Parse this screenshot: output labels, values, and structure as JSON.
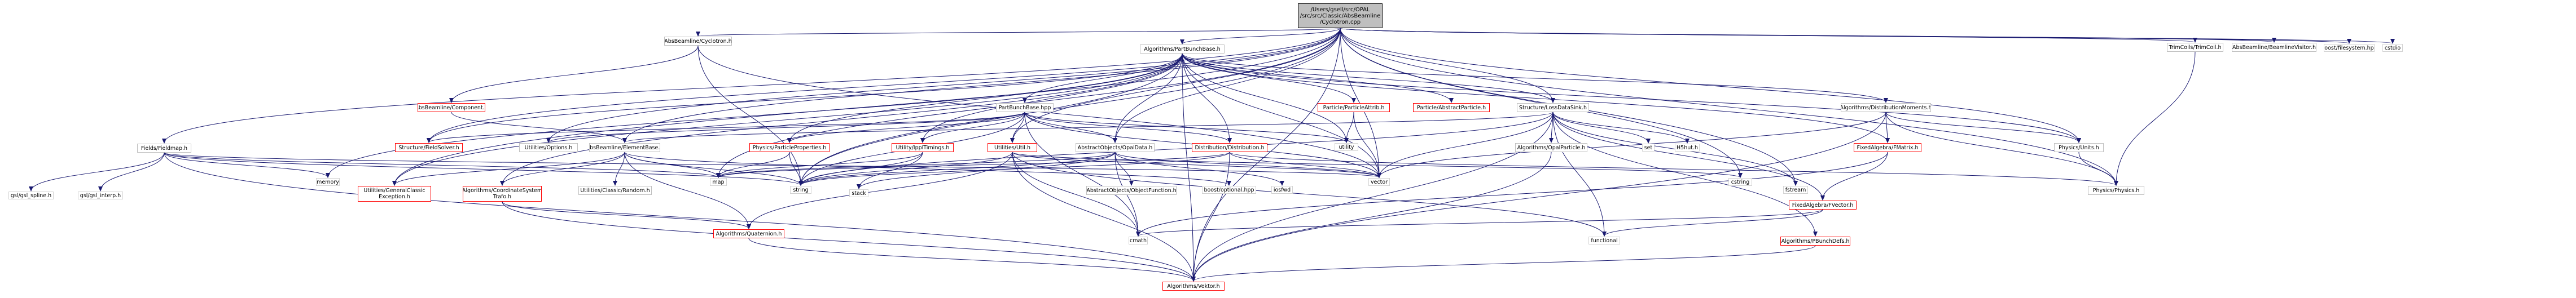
{
  "graph": {
    "edge_color": "#191970",
    "nodes": [
      {
        "id": "root",
        "label": "/Users/gsell/src/OPAL\n/src/src/Classic/AbsBeamline\n/Cyclotron.cpp",
        "style": "root"
      },
      {
        "id": "cyclotron_h",
        "label": "AbsBeamline/Cyclotron.h",
        "style": "plain"
      },
      {
        "id": "partbunchbase_h",
        "label": "Algorithms/PartBunchBase.h",
        "style": "plain"
      },
      {
        "id": "trimcoil_h",
        "label": "TrimCoils/TrimCoil.h",
        "style": "plain"
      },
      {
        "id": "beamlinevisitor_h",
        "label": "AbsBeamline/BeamlineVisitor.h",
        "style": "plain"
      },
      {
        "id": "boost_filesystem",
        "label": "boost/filesystem.hpp",
        "style": "text"
      },
      {
        "id": "cstdio",
        "label": "cstdio",
        "style": "text"
      },
      {
        "id": "fieldmap_h",
        "label": "Fields/Fieldmap.h",
        "style": "plain"
      },
      {
        "id": "component_h",
        "label": "AbsBeamline/Component.h",
        "style": "link"
      },
      {
        "id": "partbunchbase_hpp",
        "label": "PartBunchBase.hpp",
        "style": "plain"
      },
      {
        "id": "particleattrib_h",
        "label": "Particle/ParticleAttrib.h",
        "style": "link"
      },
      {
        "id": "abstractparticle_h",
        "label": "Particle/AbstractParticle.h",
        "style": "link"
      },
      {
        "id": "lossdatasink_h",
        "label": "Structure/LossDataSink.h",
        "style": "plain"
      },
      {
        "id": "distmoments_h",
        "label": "Algorithms/DistributionMoments.h",
        "style": "plain"
      },
      {
        "id": "fieldsolver_h",
        "label": "Structure/FieldSolver.h",
        "style": "link"
      },
      {
        "id": "options_h",
        "label": "Utilities/Options.h",
        "style": "plain"
      },
      {
        "id": "elementbase_h",
        "label": "AbsBeamline/ElementBase.h",
        "style": "plain"
      },
      {
        "id": "particleprops_h",
        "label": "Physics/ParticleProperties.h",
        "style": "link"
      },
      {
        "id": "ippltimings_h",
        "label": "Utility/IpplTimings.h",
        "style": "link"
      },
      {
        "id": "util_h",
        "label": "Utilities/Util.h",
        "style": "link"
      },
      {
        "id": "opaldata_h",
        "label": "AbstractObjects/OpalData.h",
        "style": "plain"
      },
      {
        "id": "distribution_h",
        "label": "Distribution/Distribution.h",
        "style": "link"
      },
      {
        "id": "utility",
        "label": "utility",
        "style": "text"
      },
      {
        "id": "opalparticle_h",
        "label": "Algorithms/OpalParticle.h",
        "style": "plain"
      },
      {
        "id": "set",
        "label": "set",
        "style": "text"
      },
      {
        "id": "h5hut_h",
        "label": "H5hut.h",
        "style": "text"
      },
      {
        "id": "fmatrix_h",
        "label": "FixedAlgebra/FMatrix.h",
        "style": "link"
      },
      {
        "id": "units_h",
        "label": "Physics/Units.h",
        "style": "plain"
      },
      {
        "id": "gsl_spline",
        "label": "gsl/gsl_spline.h",
        "style": "text"
      },
      {
        "id": "gsl_interp",
        "label": "gsl/gsl_interp.h",
        "style": "text"
      },
      {
        "id": "memory",
        "label": "memory",
        "style": "text"
      },
      {
        "id": "genclassicexc_h",
        "label": "Utilities/GeneralClassic\nException.h",
        "style": "link"
      },
      {
        "id": "coordsystrafo_h",
        "label": "Algorithms/CoordinateSystem\nTrafo.h",
        "style": "link"
      },
      {
        "id": "random_h",
        "label": "Utilities/Classic/Random.h",
        "style": "plain"
      },
      {
        "id": "map",
        "label": "map",
        "style": "text"
      },
      {
        "id": "string",
        "label": "string",
        "style": "text"
      },
      {
        "id": "stack",
        "label": "stack",
        "style": "text"
      },
      {
        "id": "boost_optional",
        "label": "boost/optional.hpp",
        "style": "text"
      },
      {
        "id": "iosfwd",
        "label": "iosfwd",
        "style": "text"
      },
      {
        "id": "vector",
        "label": "vector",
        "style": "text"
      },
      {
        "id": "cstring",
        "label": "cstring",
        "style": "text"
      },
      {
        "id": "fstream",
        "label": "fstream",
        "style": "text"
      },
      {
        "id": "ffvector_h",
        "label": "FixedAlgebra/FVector.h",
        "style": "link"
      },
      {
        "id": "physics_h",
        "label": "Physics/Physics.h",
        "style": "plain"
      },
      {
        "id": "objectfunction_h",
        "label": "AbstractObjects/ObjectFunction.h",
        "style": "plain"
      },
      {
        "id": "cmath",
        "label": "cmath",
        "style": "text"
      },
      {
        "id": "functional",
        "label": "functional",
        "style": "text"
      },
      {
        "id": "quaternion_h",
        "label": "Algorithms/Quaternion.h",
        "style": "link"
      },
      {
        "id": "pbunchdefs_h",
        "label": "Algorithms/PBunchDefs.h",
        "style": "link"
      },
      {
        "id": "vektor_h",
        "label": "Algorithms/Vektor.h",
        "style": "link"
      }
    ],
    "edges": [
      [
        "root",
        "cyclotron_h"
      ],
      [
        "root",
        "partbunchbase_h"
      ],
      [
        "root",
        "trimcoil_h"
      ],
      [
        "root",
        "beamlinevisitor_h"
      ],
      [
        "root",
        "boost_filesystem"
      ],
      [
        "root",
        "cstdio"
      ],
      [
        "root",
        "fieldmap_h"
      ],
      [
        "root",
        "lossdatasink_h"
      ],
      [
        "root",
        "opaldata_h"
      ],
      [
        "root",
        "units_h"
      ],
      [
        "root",
        "util_h"
      ],
      [
        "root",
        "options_h"
      ],
      [
        "root",
        "physics_h"
      ],
      [
        "root",
        "fieldsolver_h"
      ],
      [
        "root",
        "genclassicexc_h"
      ],
      [
        "root",
        "elementbase_h"
      ],
      [
        "root",
        "vektor_h"
      ],
      [
        "root",
        "cstring"
      ],
      [
        "root",
        "fstream"
      ],
      [
        "root",
        "map"
      ],
      [
        "root",
        "string"
      ],
      [
        "root",
        "vector"
      ],
      [
        "cyclotron_h",
        "component_h"
      ],
      [
        "cyclotron_h",
        "string"
      ],
      [
        "cyclotron_h",
        "vector"
      ],
      [
        "partbunchbase_h",
        "partbunchbase_hpp"
      ],
      [
        "partbunchbase_h",
        "particleattrib_h"
      ],
      [
        "partbunchbase_h",
        "abstractparticle_h"
      ],
      [
        "partbunchbase_h",
        "lossdatasink_h"
      ],
      [
        "partbunchbase_h",
        "distmoments_h"
      ],
      [
        "partbunchbase_h",
        "fieldsolver_h"
      ],
      [
        "partbunchbase_h",
        "particleprops_h"
      ],
      [
        "partbunchbase_h",
        "ippltimings_h"
      ],
      [
        "partbunchbase_h",
        "opaldata_h"
      ],
      [
        "partbunchbase_h",
        "distribution_h"
      ],
      [
        "partbunchbase_h",
        "utility"
      ],
      [
        "partbunchbase_h",
        "units_h"
      ],
      [
        "partbunchbase_h",
        "vector"
      ],
      [
        "partbunchbase_h",
        "memory"
      ],
      [
        "partbunchbase_h",
        "genclassicexc_h"
      ],
      [
        "partbunchbase_h",
        "coordsystrafo_h"
      ],
      [
        "partbunchbase_h",
        "fmatrix_h"
      ],
      [
        "partbunchbase_h",
        "vektor_h"
      ],
      [
        "partbunchbase_h",
        "string"
      ],
      [
        "trimcoil_h",
        "physics_h"
      ],
      [
        "fieldmap_h",
        "gsl_spline"
      ],
      [
        "fieldmap_h",
        "gsl_interp"
      ],
      [
        "fieldmap_h",
        "map"
      ],
      [
        "fieldmap_h",
        "memory"
      ],
      [
        "fieldmap_h",
        "string"
      ],
      [
        "fieldmap_h",
        "vector"
      ],
      [
        "fieldmap_h",
        "vektor_h"
      ],
      [
        "component_h",
        "elementbase_h"
      ],
      [
        "elementbase_h",
        "genclassicexc_h"
      ],
      [
        "elementbase_h",
        "coordsystrafo_h"
      ],
      [
        "elementbase_h",
        "random_h"
      ],
      [
        "elementbase_h",
        "map"
      ],
      [
        "elementbase_h",
        "string"
      ],
      [
        "elementbase_h",
        "boost_optional"
      ],
      [
        "elementbase_h",
        "quaternion_h"
      ],
      [
        "partbunchbase_hpp",
        "fieldsolver_h"
      ],
      [
        "partbunchbase_hpp",
        "options_h"
      ],
      [
        "partbunchbase_hpp",
        "particleprops_h"
      ],
      [
        "partbunchbase_hpp",
        "ippltimings_h"
      ],
      [
        "partbunchbase_hpp",
        "util_h"
      ],
      [
        "partbunchbase_hpp",
        "opaldata_h"
      ],
      [
        "partbunchbase_hpp",
        "distribution_h"
      ],
      [
        "partbunchbase_hpp",
        "cmath"
      ],
      [
        "partbunchbase_hpp",
        "string"
      ],
      [
        "partbunchbase_hpp",
        "utility"
      ],
      [
        "partbunchbase_hpp",
        "vector"
      ],
      [
        "particleattrib_h",
        "utility"
      ],
      [
        "particleattrib_h",
        "vector"
      ],
      [
        "lossdatasink_h",
        "opalparticle_h"
      ],
      [
        "lossdatasink_h",
        "set"
      ],
      [
        "lossdatasink_h",
        "h5hut_h"
      ],
      [
        "lossdatasink_h",
        "fstream"
      ],
      [
        "lossdatasink_h",
        "string"
      ],
      [
        "lossdatasink_h",
        "vector"
      ],
      [
        "lossdatasink_h",
        "functional"
      ],
      [
        "lossdatasink_h",
        "ffvector_h"
      ],
      [
        "lossdatasink_h",
        "vektor_h"
      ],
      [
        "lossdatasink_h",
        "pbunchdefs_h"
      ],
      [
        "lossdatasink_h",
        "elementbase_h"
      ],
      [
        "distmoments_h",
        "fmatrix_h"
      ],
      [
        "distmoments_h",
        "units_h"
      ],
      [
        "distmoments_h",
        "physics_h"
      ],
      [
        "distmoments_h",
        "vector"
      ],
      [
        "distmoments_h",
        "vektor_h"
      ],
      [
        "particleprops_h",
        "string"
      ],
      [
        "particleprops_h",
        "map"
      ],
      [
        "ippltimings_h",
        "map"
      ],
      [
        "ippltimings_h",
        "stack"
      ],
      [
        "ippltimings_h",
        "string"
      ],
      [
        "util_h",
        "string"
      ],
      [
        "util_h",
        "cmath"
      ],
      [
        "util_h",
        "functional"
      ],
      [
        "util_h",
        "vektor_h"
      ],
      [
        "util_h",
        "quaternion_h"
      ],
      [
        "util_h",
        "vector"
      ],
      [
        "util_h",
        "cstring"
      ],
      [
        "opaldata_h",
        "objectfunction_h"
      ],
      [
        "opaldata_h",
        "iosfwd"
      ],
      [
        "opaldata_h",
        "map"
      ],
      [
        "opaldata_h",
        "stack"
      ],
      [
        "opaldata_h",
        "string"
      ],
      [
        "opaldata_h",
        "vector"
      ],
      [
        "opaldata_h",
        "cmath"
      ],
      [
        "distribution_h",
        "vector"
      ],
      [
        "distribution_h",
        "string"
      ],
      [
        "distribution_h",
        "map"
      ],
      [
        "distribution_h",
        "vektor_h"
      ],
      [
        "distribution_h",
        "physics_h"
      ],
      [
        "opalparticle_h",
        "vektor_h"
      ],
      [
        "fmatrix_h",
        "ffvector_h"
      ],
      [
        "fmatrix_h",
        "cmath"
      ],
      [
        "ffvector_h",
        "functional"
      ],
      [
        "ffvector_h",
        "cmath"
      ],
      [
        "units_h",
        "physics_h"
      ],
      [
        "coordsystrafo_h",
        "quaternion_h"
      ],
      [
        "coordsystrafo_h",
        "vektor_h"
      ],
      [
        "quaternion_h",
        "vektor_h"
      ],
      [
        "pbunchdefs_h",
        "vektor_h"
      ]
    ]
  }
}
